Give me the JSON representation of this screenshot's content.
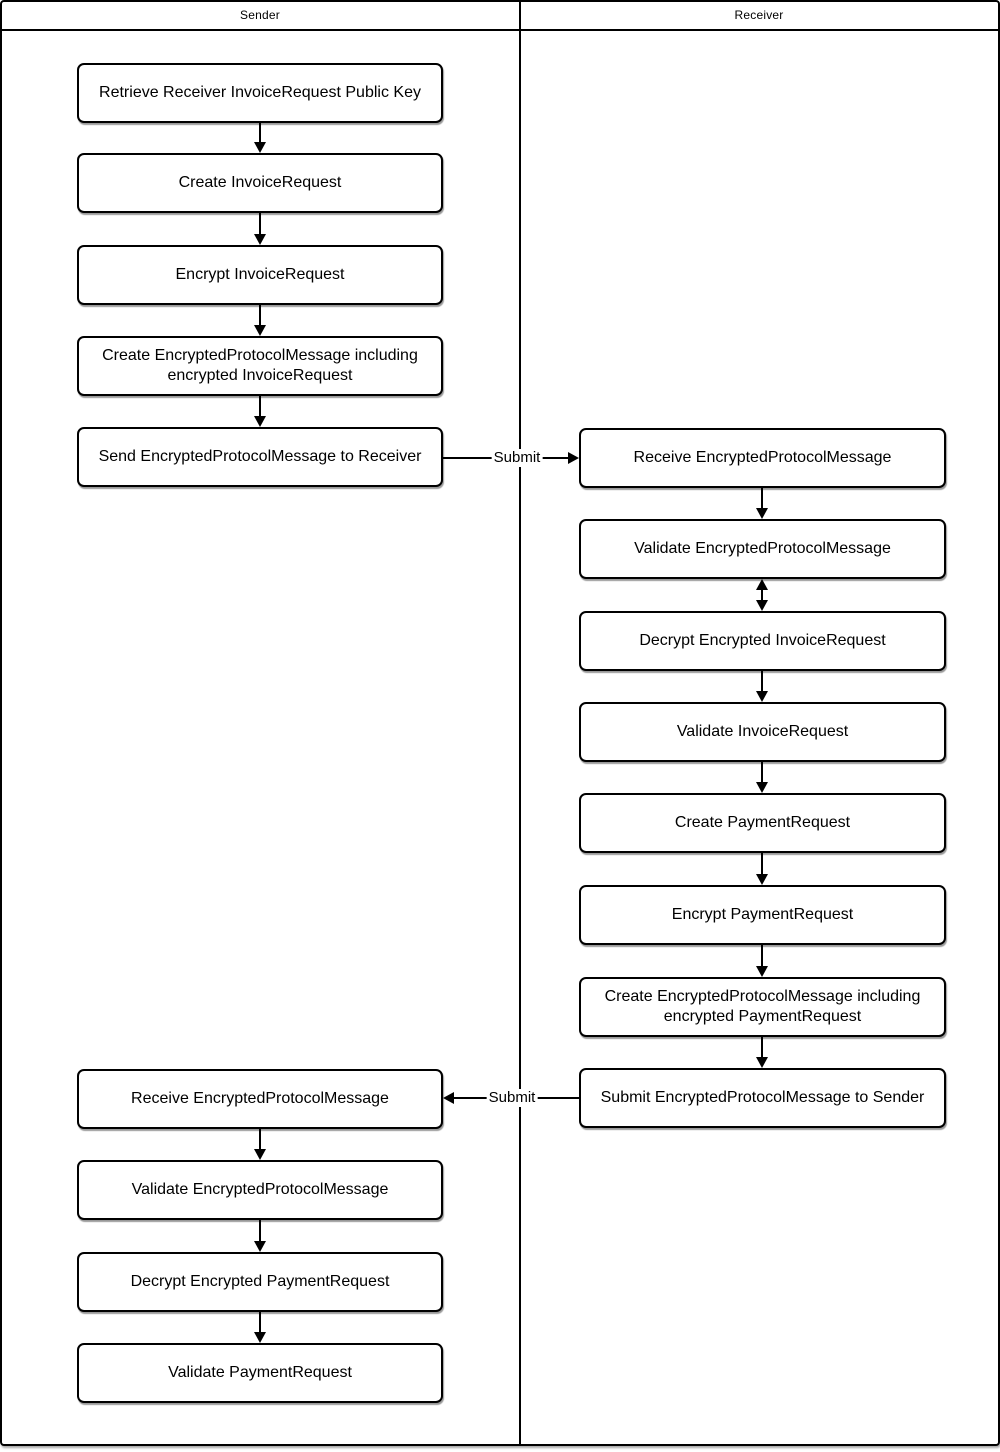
{
  "header": {
    "lanes": [
      {
        "label": "Sender"
      },
      {
        "label": "Receiver"
      }
    ]
  },
  "nodes": {
    "sender": [
      {
        "label": "Retrieve Receiver InvoiceRequest Public Key"
      },
      {
        "label": "Create InvoiceRequest"
      },
      {
        "label": "Encrypt InvoiceRequest"
      },
      {
        "label": "Create EncryptedProtocolMessage including encrypted InvoiceRequest"
      },
      {
        "label": "Send EncryptedProtocolMessage to Receiver"
      },
      {
        "label": "Receive EncryptedProtocolMessage"
      },
      {
        "label": "Validate EncryptedProtocolMessage"
      },
      {
        "label": "Decrypt Encrypted PaymentRequest"
      },
      {
        "label": "Validate PaymentRequest"
      }
    ],
    "receiver": [
      {
        "label": "Receive EncryptedProtocolMessage"
      },
      {
        "label": "Validate EncryptedProtocolMessage"
      },
      {
        "label": "Decrypt Encrypted InvoiceRequest"
      },
      {
        "label": "Validate InvoiceRequest"
      },
      {
        "label": "Create PaymentRequest"
      },
      {
        "label": "Encrypt PaymentRequest"
      },
      {
        "label": "Create EncryptedProtocolMessage including encrypted PaymentRequest"
      },
      {
        "label": "Submit EncryptedProtocolMessage to Sender"
      }
    ]
  },
  "connectors": {
    "submit_to_receiver": {
      "label": "Submit"
    },
    "submit_to_sender": {
      "label": "Submit"
    }
  },
  "colors": {
    "stroke": "#000000",
    "fill": "#ffffff",
    "background": "#ffffff"
  }
}
